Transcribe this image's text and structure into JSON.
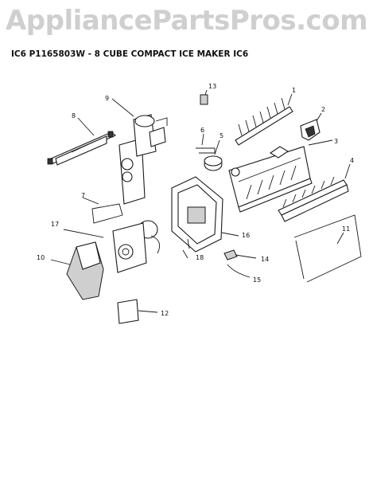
{
  "watermark": "AppliancePartsPros.com",
  "title": "IC6 P1165803W - 8 CUBE COMPACT ICE MAKER IC6",
  "callouts": [
    "13",
    "1",
    "9",
    "8",
    "2",
    "6",
    "5",
    "3",
    "4",
    "7",
    "17",
    "16",
    "11",
    "10",
    "18",
    "14",
    "15",
    "12"
  ]
}
